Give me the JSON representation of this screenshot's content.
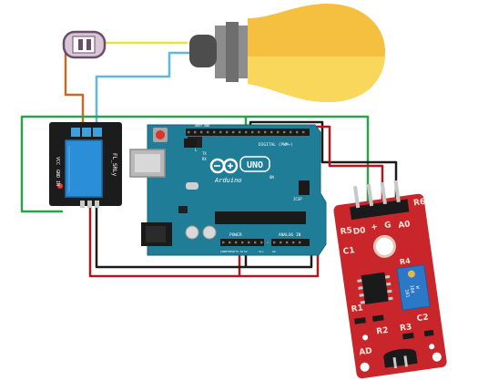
{
  "colors": {
    "background": "#ffffff",
    "arduino_board": "#1f7d98",
    "relay_board": "#1c1c1c",
    "relay_cube": "#2a8fd8",
    "sensor_board": "#c9262c",
    "bulb_glass": "#f5bf3f",
    "bulb_glass_lower": "#f9d75a",
    "bulb_socket": "#8a8a8a",
    "wire_green": "#2aa24b",
    "wire_red": "#b4161d",
    "wire_black": "#1b1b1b",
    "wire_yellow": "#e9e23e",
    "wire_blue": "#5fb7e6",
    "wire_orange": "#c66a2a"
  },
  "arduino": {
    "brand_text": "Arduino",
    "model_text": "UNO",
    "icon": "infinity-logo-icon",
    "silk": {
      "aref": "AREF",
      "gnd": "GND",
      "digital": "DIGITAL (PWM~)",
      "tx": "TX",
      "rx": "RX",
      "l": "L",
      "on": "ON",
      "icsp": "ICSP",
      "power": "POWER",
      "analog": "ANALOG IN",
      "ioref": "IOREF",
      "reset": "RESET",
      "v33": "3.3V",
      "v5": "5V",
      "vin": "Vin",
      "a0": "A0"
    }
  },
  "relay": {
    "label": "FL_SRLy",
    "pin_labels": [
      "VCC",
      "GND",
      "IN"
    ]
  },
  "sensor": {
    "labels": {
      "r6": "R6",
      "r5": "R5",
      "d0": "D0",
      "plus": "+",
      "g": "G",
      "a0": "A0",
      "c1": "C1",
      "r4": "R4",
      "r1": "R1",
      "r2": "R2",
      "r3": "R3",
      "c2": "C2",
      "ad": "AD",
      "pot_line1": "W",
      "pot_line2": "104",
      "pot_line3": "101"
    }
  },
  "bulb": {
    "icon": "light-bulb-icon"
  },
  "plug": {
    "icon": "power-plug-icon"
  }
}
